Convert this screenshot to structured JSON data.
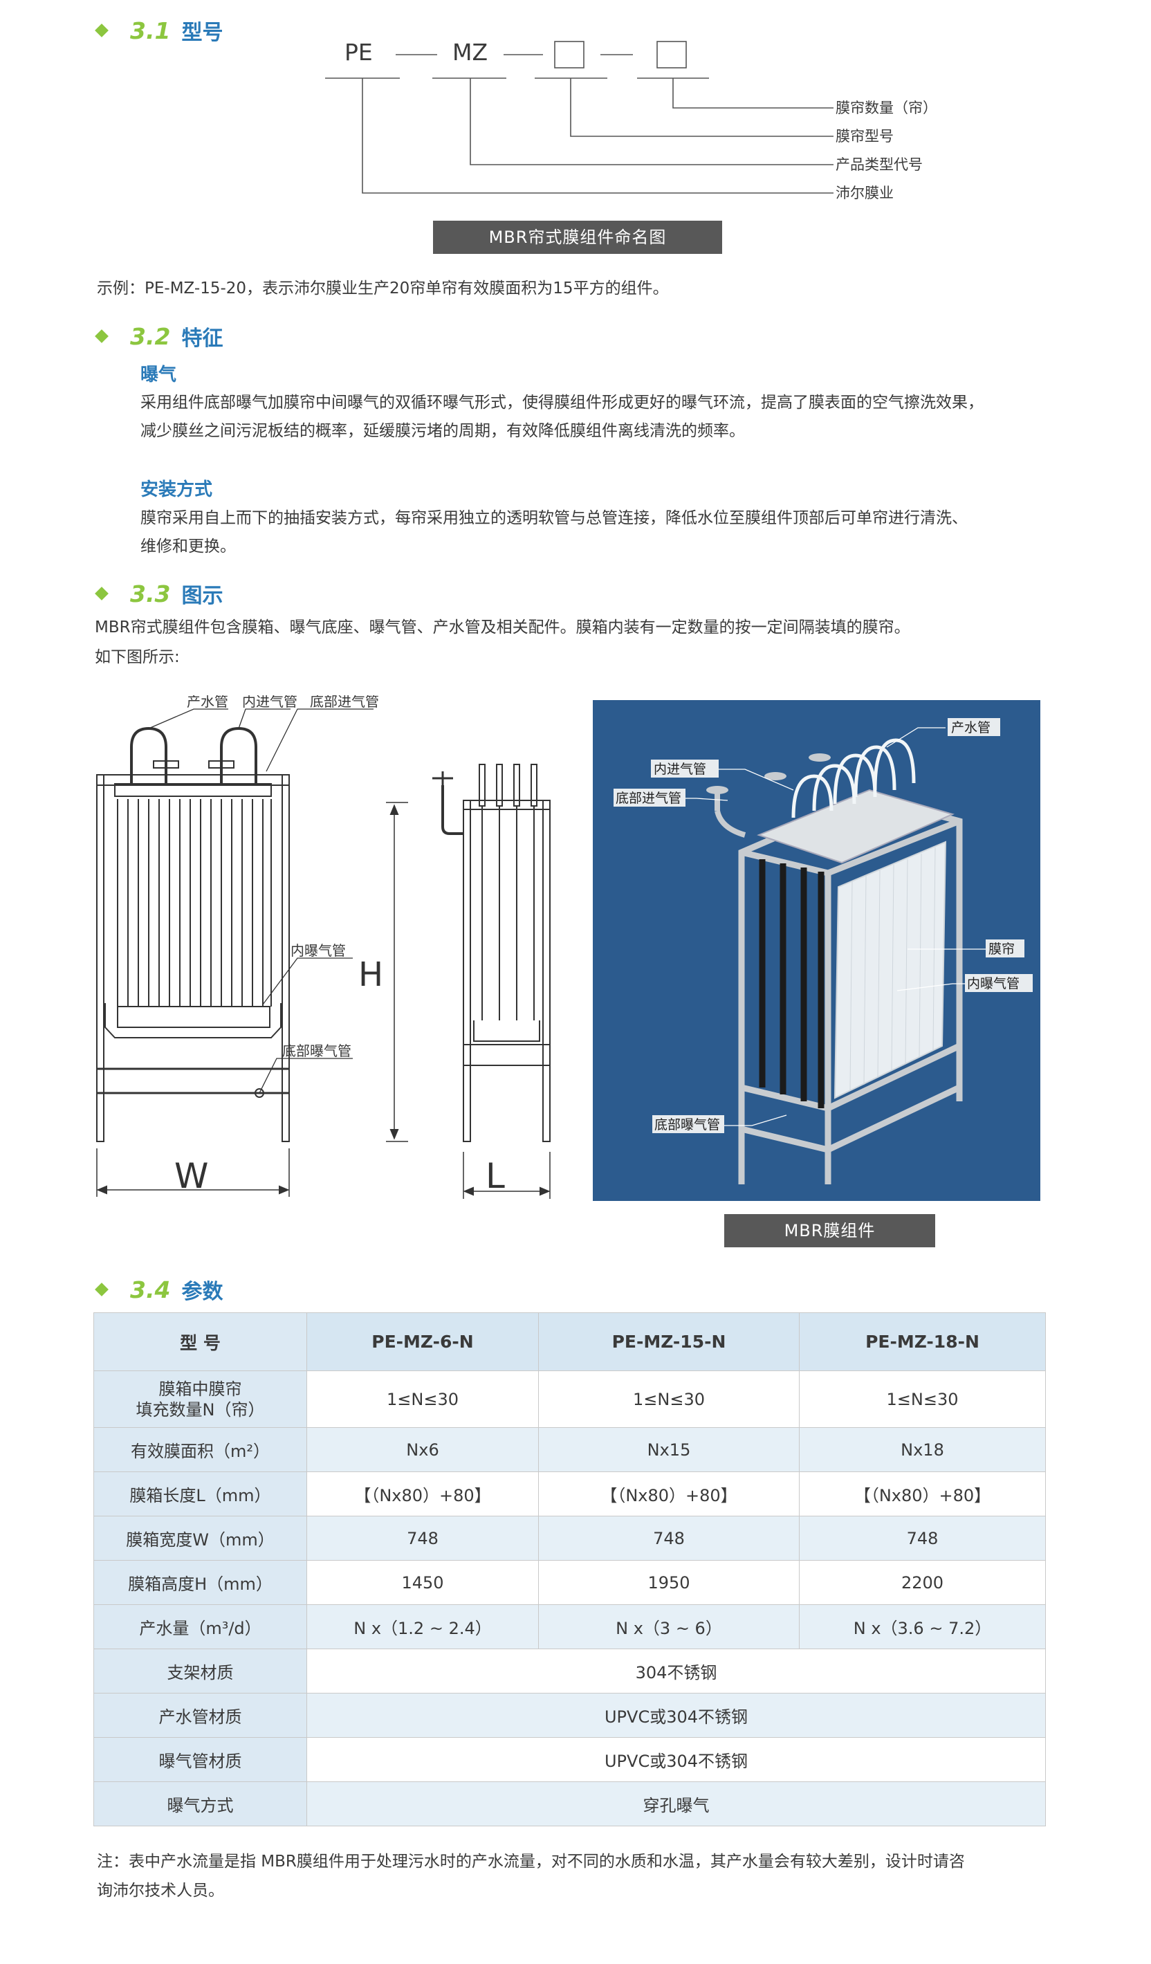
{
  "sections": {
    "s31": {
      "num": "3.1",
      "title": "型号"
    },
    "s32": {
      "num": "3.2",
      "title": "特征"
    },
    "s33": {
      "num": "3.3",
      "title": "图示"
    },
    "s34": {
      "num": "3.4",
      "title": "参数"
    }
  },
  "naming": {
    "code_pe": "PE",
    "code_mz": "MZ",
    "labels": [
      "膜帘数量（帘）",
      "膜帘型号",
      "产品类型代号",
      "沛尔膜业"
    ],
    "caption": "MBR帘式膜组件命名图",
    "example": "示例：PE-MZ-15-20，表示沛尔膜业生产20帘单帘有效膜面积为15平方的组件。"
  },
  "features": {
    "aeration_title": "曝气",
    "aeration_line1": "采用组件底部曝气加膜帘中间曝气的双循环曝气形式，使得膜组件形成更好的曝气环流，提高了膜表面的空气擦洗效果，",
    "aeration_line2": "减少膜丝之间污泥板结的概率，延缓膜污堵的周期，有效降低膜组件离线清洗的频率。",
    "install_title": "安装方式",
    "install_line1": "膜帘采用自上而下的抽插安装方式，每帘采用独立的透明软管与总管连接，降低水位至膜组件顶部后可单帘进行清洗、",
    "install_line2": "维修和更换。"
  },
  "diagram": {
    "intro_line1": "MBR帘式膜组件包含膜箱、曝气底座、曝气管、产水管及相关配件。膜箱内装有一定数量的按一定间隔装填的膜帘。",
    "intro_line2": "如下图所示:",
    "drawing_labels": {
      "outlet": "产水管",
      "inner_air_in": "内进气管",
      "bottom_air_in": "底部进气管",
      "inner_aeration": "内曝气管",
      "bottom_aeration": "底部曝气管",
      "dim_w": "W",
      "dim_l": "L",
      "dim_h": "H"
    },
    "photo_labels": {
      "outlet": "产水管",
      "inner_air_in": "内进气管",
      "bottom_air_in": "底部进气管",
      "curtain": "膜帘",
      "inner_aeration": "内曝气管",
      "bottom_aeration": "底部曝气管"
    },
    "photo_caption": "MBR膜组件",
    "colors": {
      "photo_bg": "#2c5b8e",
      "accent_green": "#8cc63f",
      "heading_blue": "#2a7ab8"
    }
  },
  "params": {
    "header": [
      "型 号",
      "PE-MZ-6-N",
      "PE-MZ-15-N",
      "PE-MZ-18-N"
    ],
    "rows": [
      {
        "label_l1": "膜箱中膜帘",
        "label_l2": "填充数量N（帘）",
        "values": [
          "1≤N≤30",
          "1≤N≤30",
          "1≤N≤30"
        ]
      },
      {
        "label": "有效膜面积（m²）",
        "values": [
          "Nx6",
          "Nx15",
          "Nx18"
        ]
      },
      {
        "label": "膜箱长度L（mm）",
        "values": [
          "【（Nx80）+80】",
          "【（Nx80）+80】",
          "【（Nx80）+80】"
        ]
      },
      {
        "label": "膜箱宽度W（mm）",
        "values": [
          "748",
          "748",
          "748"
        ]
      },
      {
        "label": "膜箱高度H（mm）",
        "values": [
          "1450",
          "1950",
          "2200"
        ]
      },
      {
        "label": "产水量（m³/d）",
        "values": [
          "N x（1.2 ~ 2.4）",
          "N x（3 ~ 6）",
          "N x（3.6 ~ 7.2）"
        ]
      },
      {
        "label": "支架材质",
        "merged": "304不锈钢"
      },
      {
        "label": "产水管材质",
        "merged": "UPVC或304不锈钢"
      },
      {
        "label": "曝气管材质",
        "merged": "UPVC或304不锈钢"
      },
      {
        "label": "曝气方式",
        "merged": "穿孔曝气"
      }
    ]
  },
  "note_line1": "注：表中产水流量是指 MBR膜组件用于处理污水时的产水流量，对不同的水质和水温，其产水量会有较大差别，设计时请咨",
  "note_line2": "询沛尔技术人员。"
}
